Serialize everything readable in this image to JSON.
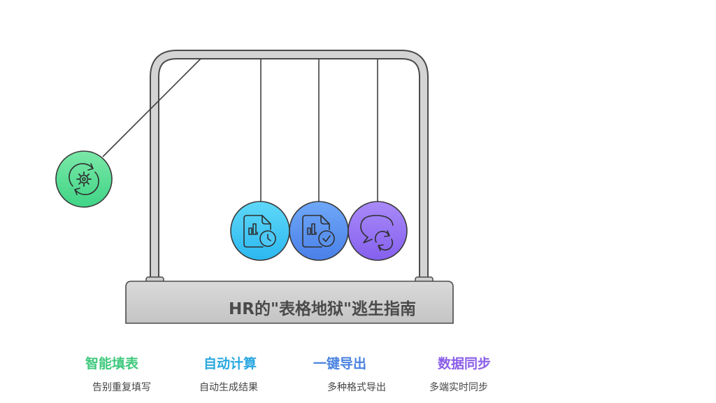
{
  "title": "HR的\"表格地狱\"逃生指南",
  "features": [
    {
      "label": "智能填表",
      "desc": "告别重复填写",
      "icon": "gear-refresh-icon",
      "color": "#3fc97d"
    },
    {
      "label": "自动计算",
      "desc": "自动生成结果",
      "icon": "document-chart-clock-icon",
      "color": "#2aa8e0"
    },
    {
      "label": "一键导出",
      "desc": "多种格式导出",
      "icon": "document-chart-check-icon",
      "color": "#4a82e0"
    },
    {
      "label": "数据同步",
      "desc": "多端实时同步",
      "icon": "chat-sync-icon",
      "color": "#8a5ee8"
    }
  ]
}
